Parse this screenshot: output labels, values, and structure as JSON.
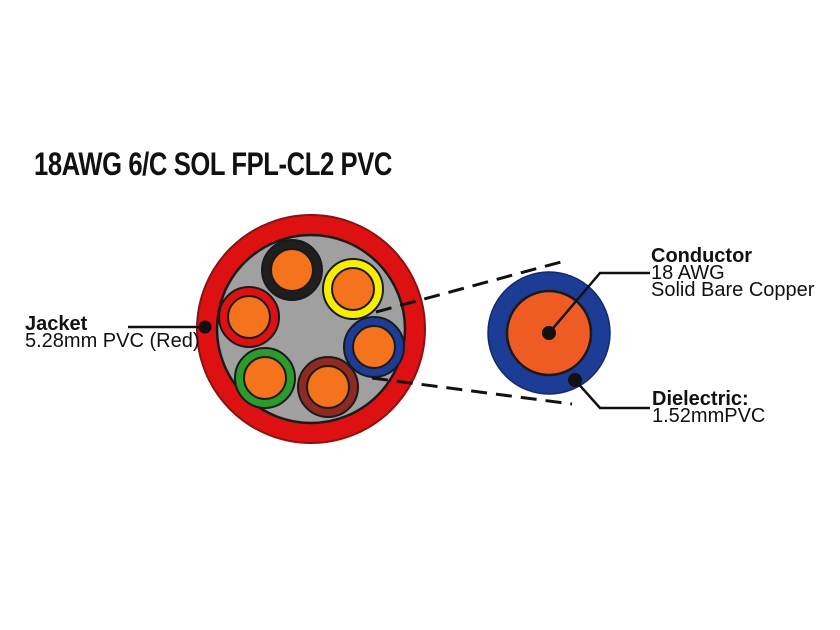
{
  "title": "18AWG 6/C SOL FPL-CL2 PVC",
  "labels": {
    "jacket": {
      "name": "Jacket",
      "spec": "5.28mm PVC (Red)"
    },
    "conductor": {
      "name": "Conductor",
      "gauge": "18 AWG",
      "material": "Solid Bare Copper"
    },
    "dielectric": {
      "name": "Dielectric:",
      "spec": "1.52mmPVC"
    }
  },
  "colors": {
    "jacket_red": "#dd1111",
    "filler_gray": "#a0a0a0",
    "copper_orange": "#f4731c",
    "core_orange": "#ee5b23",
    "dielectric_blue": "#1d3c96",
    "insulation_black": "#1f1f1f",
    "insulation_yellow": "#f7ee00",
    "insulation_blue": "#1d3c96",
    "insulation_brown": "#8e2a22",
    "insulation_green": "#2b9b2b",
    "insulation_red": "#dd1111",
    "line_black": "#111111"
  }
}
